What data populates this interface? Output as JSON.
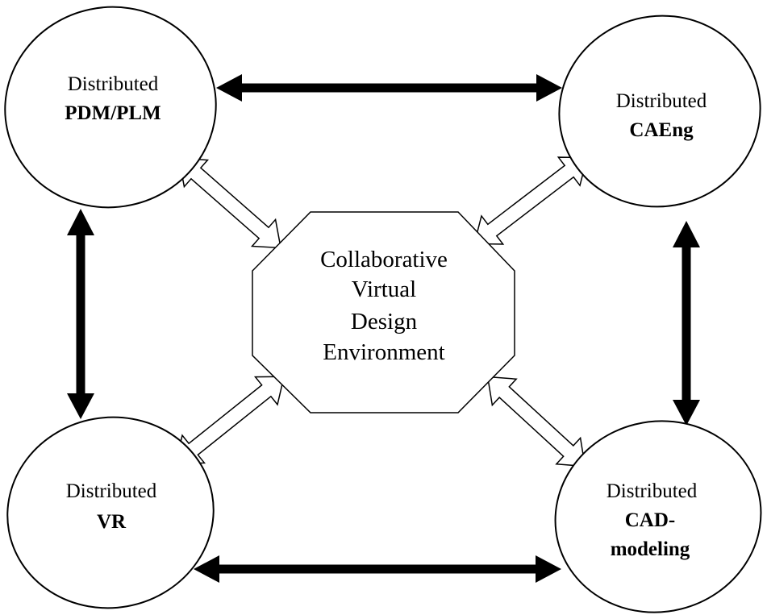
{
  "nodes": {
    "pdm": {
      "line1": "Distributed",
      "line2": "PDM/PLM"
    },
    "caeng": {
      "line1": "Distributed",
      "line2": "CAEng"
    },
    "vr": {
      "line1": "Distributed",
      "line2": "VR"
    },
    "cad": {
      "line1": "Distributed",
      "line2": "CAD-",
      "line3": "modeling"
    }
  },
  "center": {
    "line1": "Collaborative",
    "line2": "Virtual",
    "line3": "Design",
    "line4": "Environment"
  },
  "colors": {
    "stroke": "#000000",
    "background": "#ffffff",
    "text": "#000000"
  }
}
